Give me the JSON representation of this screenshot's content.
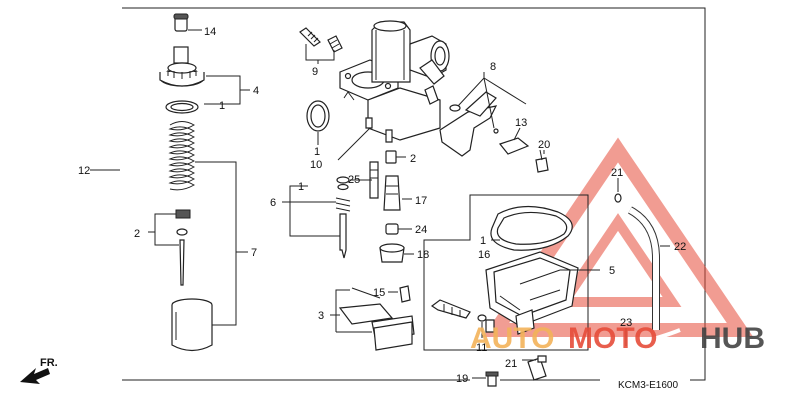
{
  "labels": {
    "p14": "14",
    "p4": "4",
    "p1a": "1",
    "p12": "12",
    "p2a": "2",
    "p7": "7",
    "p9": "9",
    "p1b": "1",
    "p10": "10",
    "p25": "25",
    "p2b": "2",
    "p1c": "1",
    "p6": "6",
    "p17": "17",
    "p24": "24",
    "p18": "18",
    "p8": "8",
    "p13": "13",
    "p20": "20",
    "p21a": "21",
    "p22": "22",
    "p1d": "1",
    "p16": "16",
    "p5": "5",
    "p15": "15",
    "p3": "3",
    "p23": "23",
    "p11": "11",
    "p21b": "21",
    "p19": "19"
  },
  "diagram_code": "KCM3-E1600",
  "front_marker": "FR.",
  "watermark": {
    "part1": "AUTO",
    "part2": "MOTO",
    "part3": "HUB"
  },
  "colors": {
    "watermark_triangle": "#e64d3a",
    "watermark_auto": "#f3b35a",
    "watermark_hub": "#444444"
  }
}
